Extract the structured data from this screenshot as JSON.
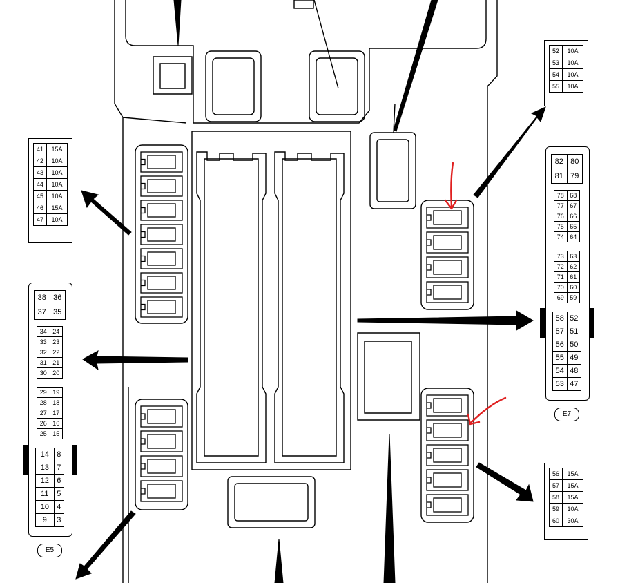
{
  "fuse_block_top_right": [
    {
      "no": "52",
      "amp": "10A"
    },
    {
      "no": "53",
      "amp": "10A"
    },
    {
      "no": "54",
      "amp": "10A"
    },
    {
      "no": "55",
      "amp": "10A"
    }
  ],
  "fuse_block_left": [
    {
      "no": "41",
      "amp": "15A"
    },
    {
      "no": "42",
      "amp": "10A"
    },
    {
      "no": "43",
      "amp": "10A"
    },
    {
      "no": "44",
      "amp": "10A"
    },
    {
      "no": "45",
      "amp": "10A"
    },
    {
      "no": "46",
      "amp": "15A"
    },
    {
      "no": "47",
      "amp": "10A"
    }
  ],
  "fuse_block_bottom_right": [
    {
      "no": "56",
      "amp": "15A"
    },
    {
      "no": "57",
      "amp": "15A"
    },
    {
      "no": "58",
      "amp": "15A"
    },
    {
      "no": "59",
      "amp": "10A"
    },
    {
      "no": "60",
      "amp": "30A"
    }
  ],
  "connector_e5": {
    "label": "E5",
    "top_pairs": [
      [
        "38",
        "36"
      ],
      [
        "37",
        "35"
      ]
    ],
    "group_a": [
      [
        "34",
        "24"
      ],
      [
        "33",
        "23"
      ],
      [
        "32",
        "22"
      ],
      [
        "31",
        "21"
      ],
      [
        "30",
        "20"
      ]
    ],
    "group_b": [
      [
        "29",
        "19"
      ],
      [
        "28",
        "18"
      ],
      [
        "27",
        "17"
      ],
      [
        "26",
        "16"
      ],
      [
        "25",
        "15"
      ]
    ],
    "bottom_pairs": [
      [
        "14",
        "8"
      ],
      [
        "13",
        "7"
      ],
      [
        "12",
        "6"
      ],
      [
        "11",
        "5"
      ],
      [
        "10",
        "4"
      ],
      [
        "9",
        "3"
      ]
    ]
  },
  "connector_e7": {
    "label": "E7",
    "top_pairs": [
      [
        "82",
        "80"
      ],
      [
        "81",
        "79"
      ]
    ],
    "group_a": [
      [
        "78",
        "68"
      ],
      [
        "77",
        "67"
      ],
      [
        "76",
        "66"
      ],
      [
        "75",
        "65"
      ],
      [
        "74",
        "64"
      ]
    ],
    "group_b": [
      [
        "73",
        "63"
      ],
      [
        "72",
        "62"
      ],
      [
        "71",
        "61"
      ],
      [
        "70",
        "60"
      ],
      [
        "69",
        "59"
      ]
    ],
    "bottom_pairs": [
      [
        "58",
        "52"
      ],
      [
        "57",
        "51"
      ],
      [
        "56",
        "50"
      ],
      [
        "55",
        "49"
      ],
      [
        "54",
        "48"
      ],
      [
        "53",
        "47"
      ]
    ]
  },
  "annotation_color": "#e02020"
}
